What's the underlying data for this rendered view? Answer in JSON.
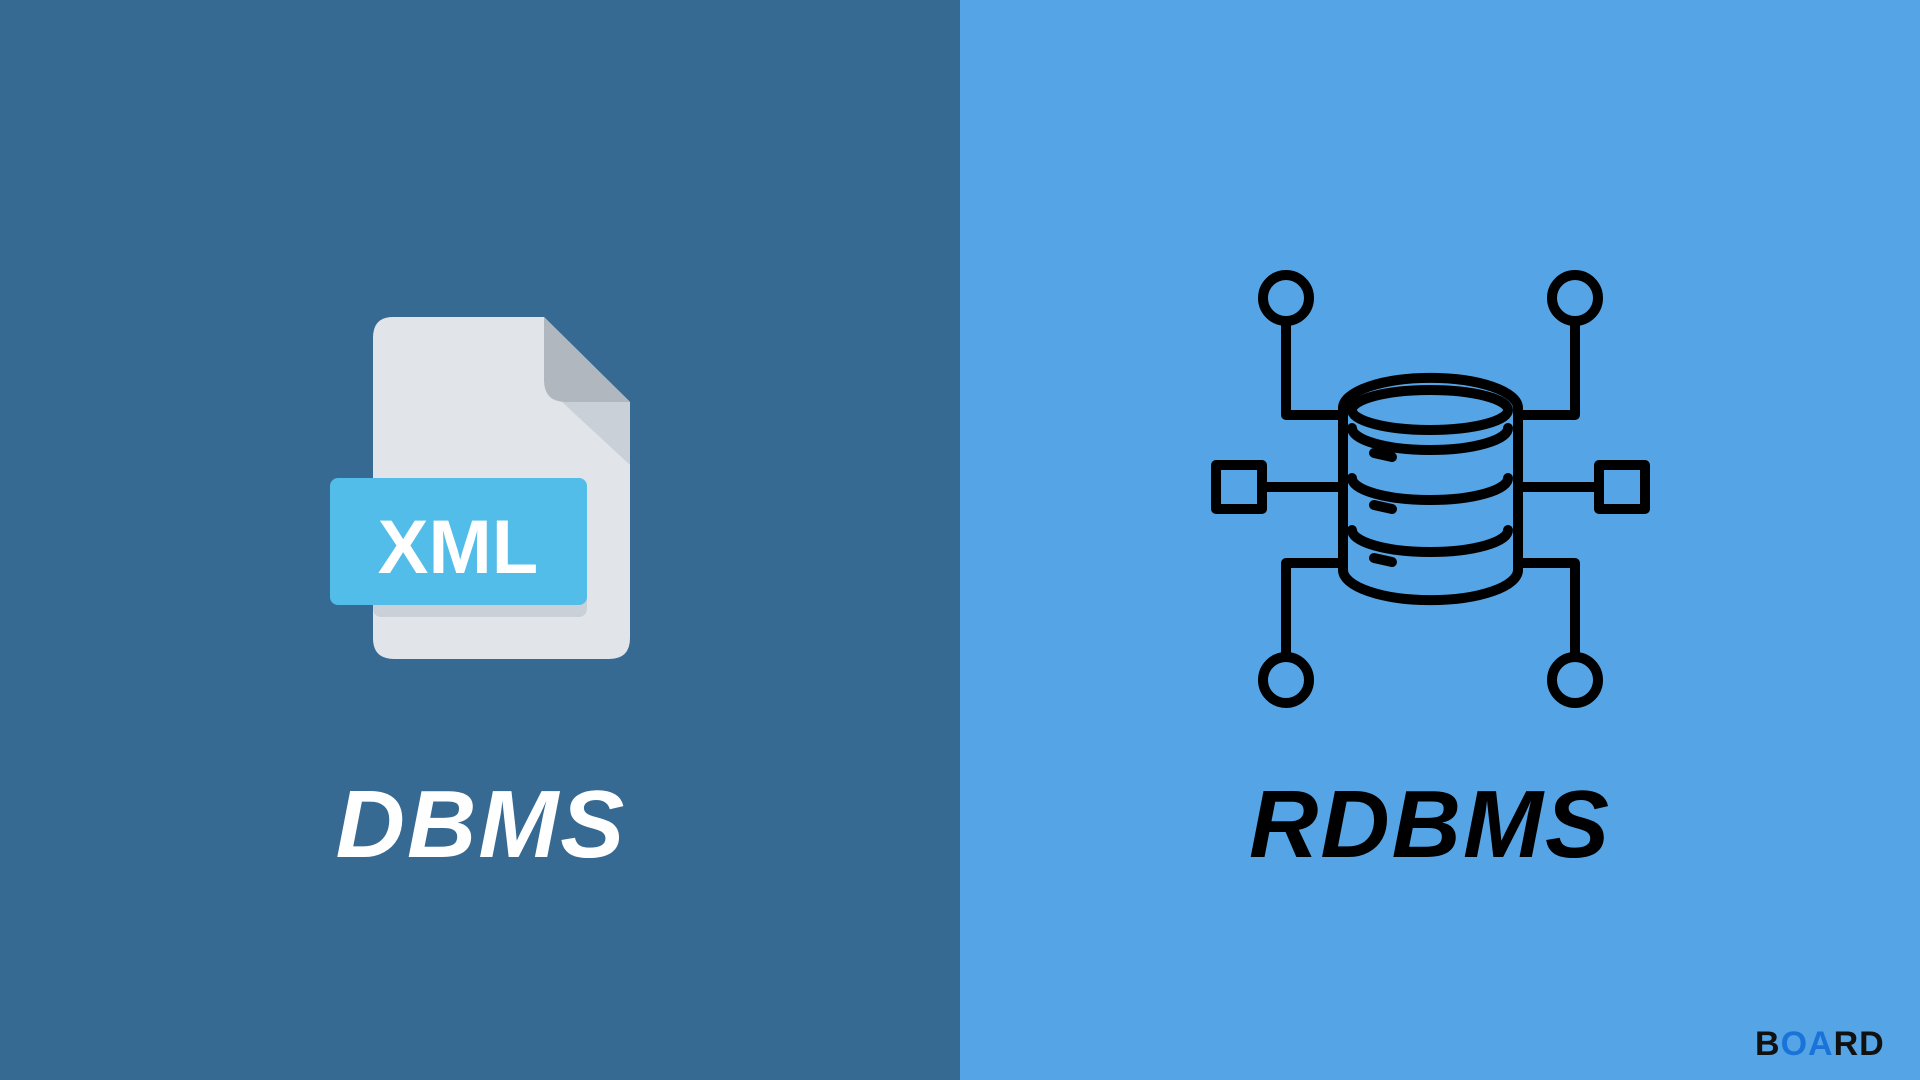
{
  "left": {
    "title": "DBMS",
    "icon": "xml-file-icon",
    "badge_text": "XML",
    "bg": "#366a93"
  },
  "right": {
    "title": "RDBMS",
    "icon": "database-network-icon",
    "bg": "#55a4e5"
  },
  "logo": {
    "text": "BOARD",
    "b": "B",
    "mid": "OA",
    "end": "RD"
  }
}
